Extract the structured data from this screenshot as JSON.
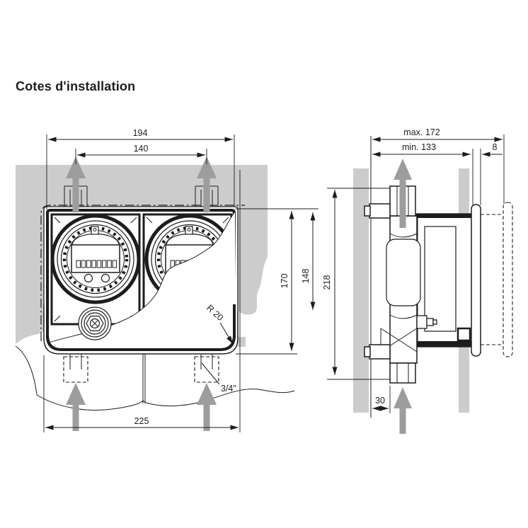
{
  "title": "Cotes d'installation",
  "front_view": {
    "name": "front-view-recessed-meter-box",
    "dimensions": {
      "overall_width": "194",
      "pipe_spacing": "140",
      "box_width": "225",
      "box_height": "170",
      "inner_height": "148",
      "corner_radius": "R 20",
      "connection_size": "3/4\""
    }
  },
  "side_view": {
    "name": "side-view-wall-section",
    "dimensions": {
      "depth_max": "max. 172",
      "depth_min": "min. 133",
      "plate_thickness": "8",
      "total_height": "218",
      "bottom_clearance": "30"
    }
  },
  "colors": {
    "wall_gray": "#cccccc",
    "arrow_gray": "#9d9d9c",
    "line": "#1d1d1b"
  }
}
